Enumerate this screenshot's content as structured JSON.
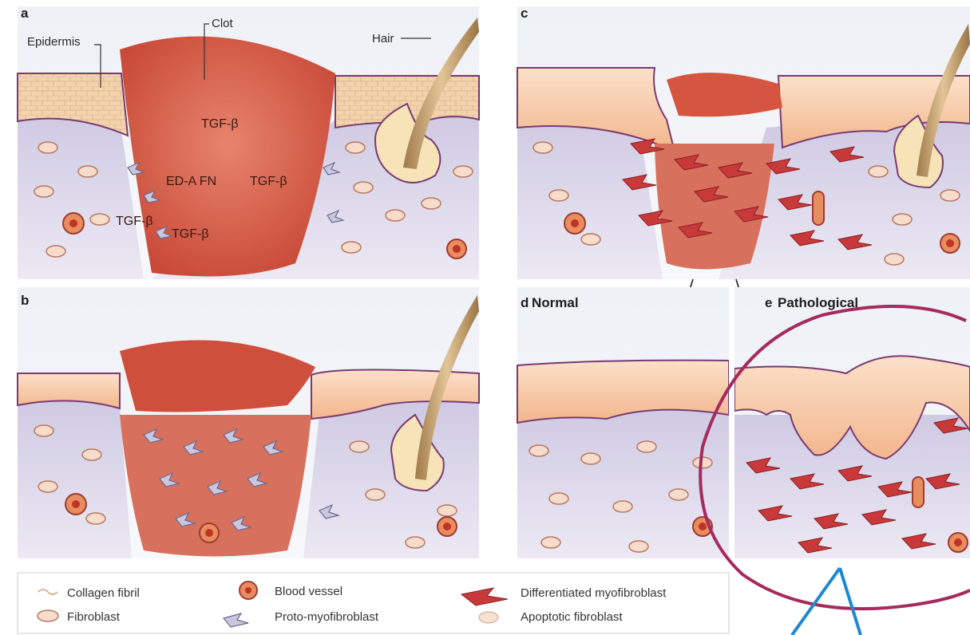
{
  "panels": {
    "a": "a",
    "b": "b",
    "c": "c",
    "d": "d",
    "d_title": "Normal",
    "e": "e",
    "e_title": "Pathological"
  },
  "labels": {
    "epidermis": "Epidermis",
    "clot": "Clot",
    "hair": "Hair",
    "tgf1": "TGF-β",
    "tgf2": "TGF-β",
    "tgf3": "TGF-β",
    "tgf4": "TGF-β",
    "edafn": "ED-A FN"
  },
  "legend": {
    "collagen": "Collagen fibril",
    "fibroblast": "Fibroblast",
    "blood_vessel": "Blood vessel",
    "proto": "Proto-myofibroblast",
    "differentiated": "Differentiated myofibroblast",
    "apoptotic": "Apoptotic fibroblast"
  },
  "colors": {
    "clot": "#d9614d",
    "epidermis": "#f5c39e",
    "dermis": "#dcd8ec",
    "dermis_border": "#7a3a72",
    "annotation_circle": "#a52a5e",
    "annotation_arrow": "#1e88d0"
  }
}
